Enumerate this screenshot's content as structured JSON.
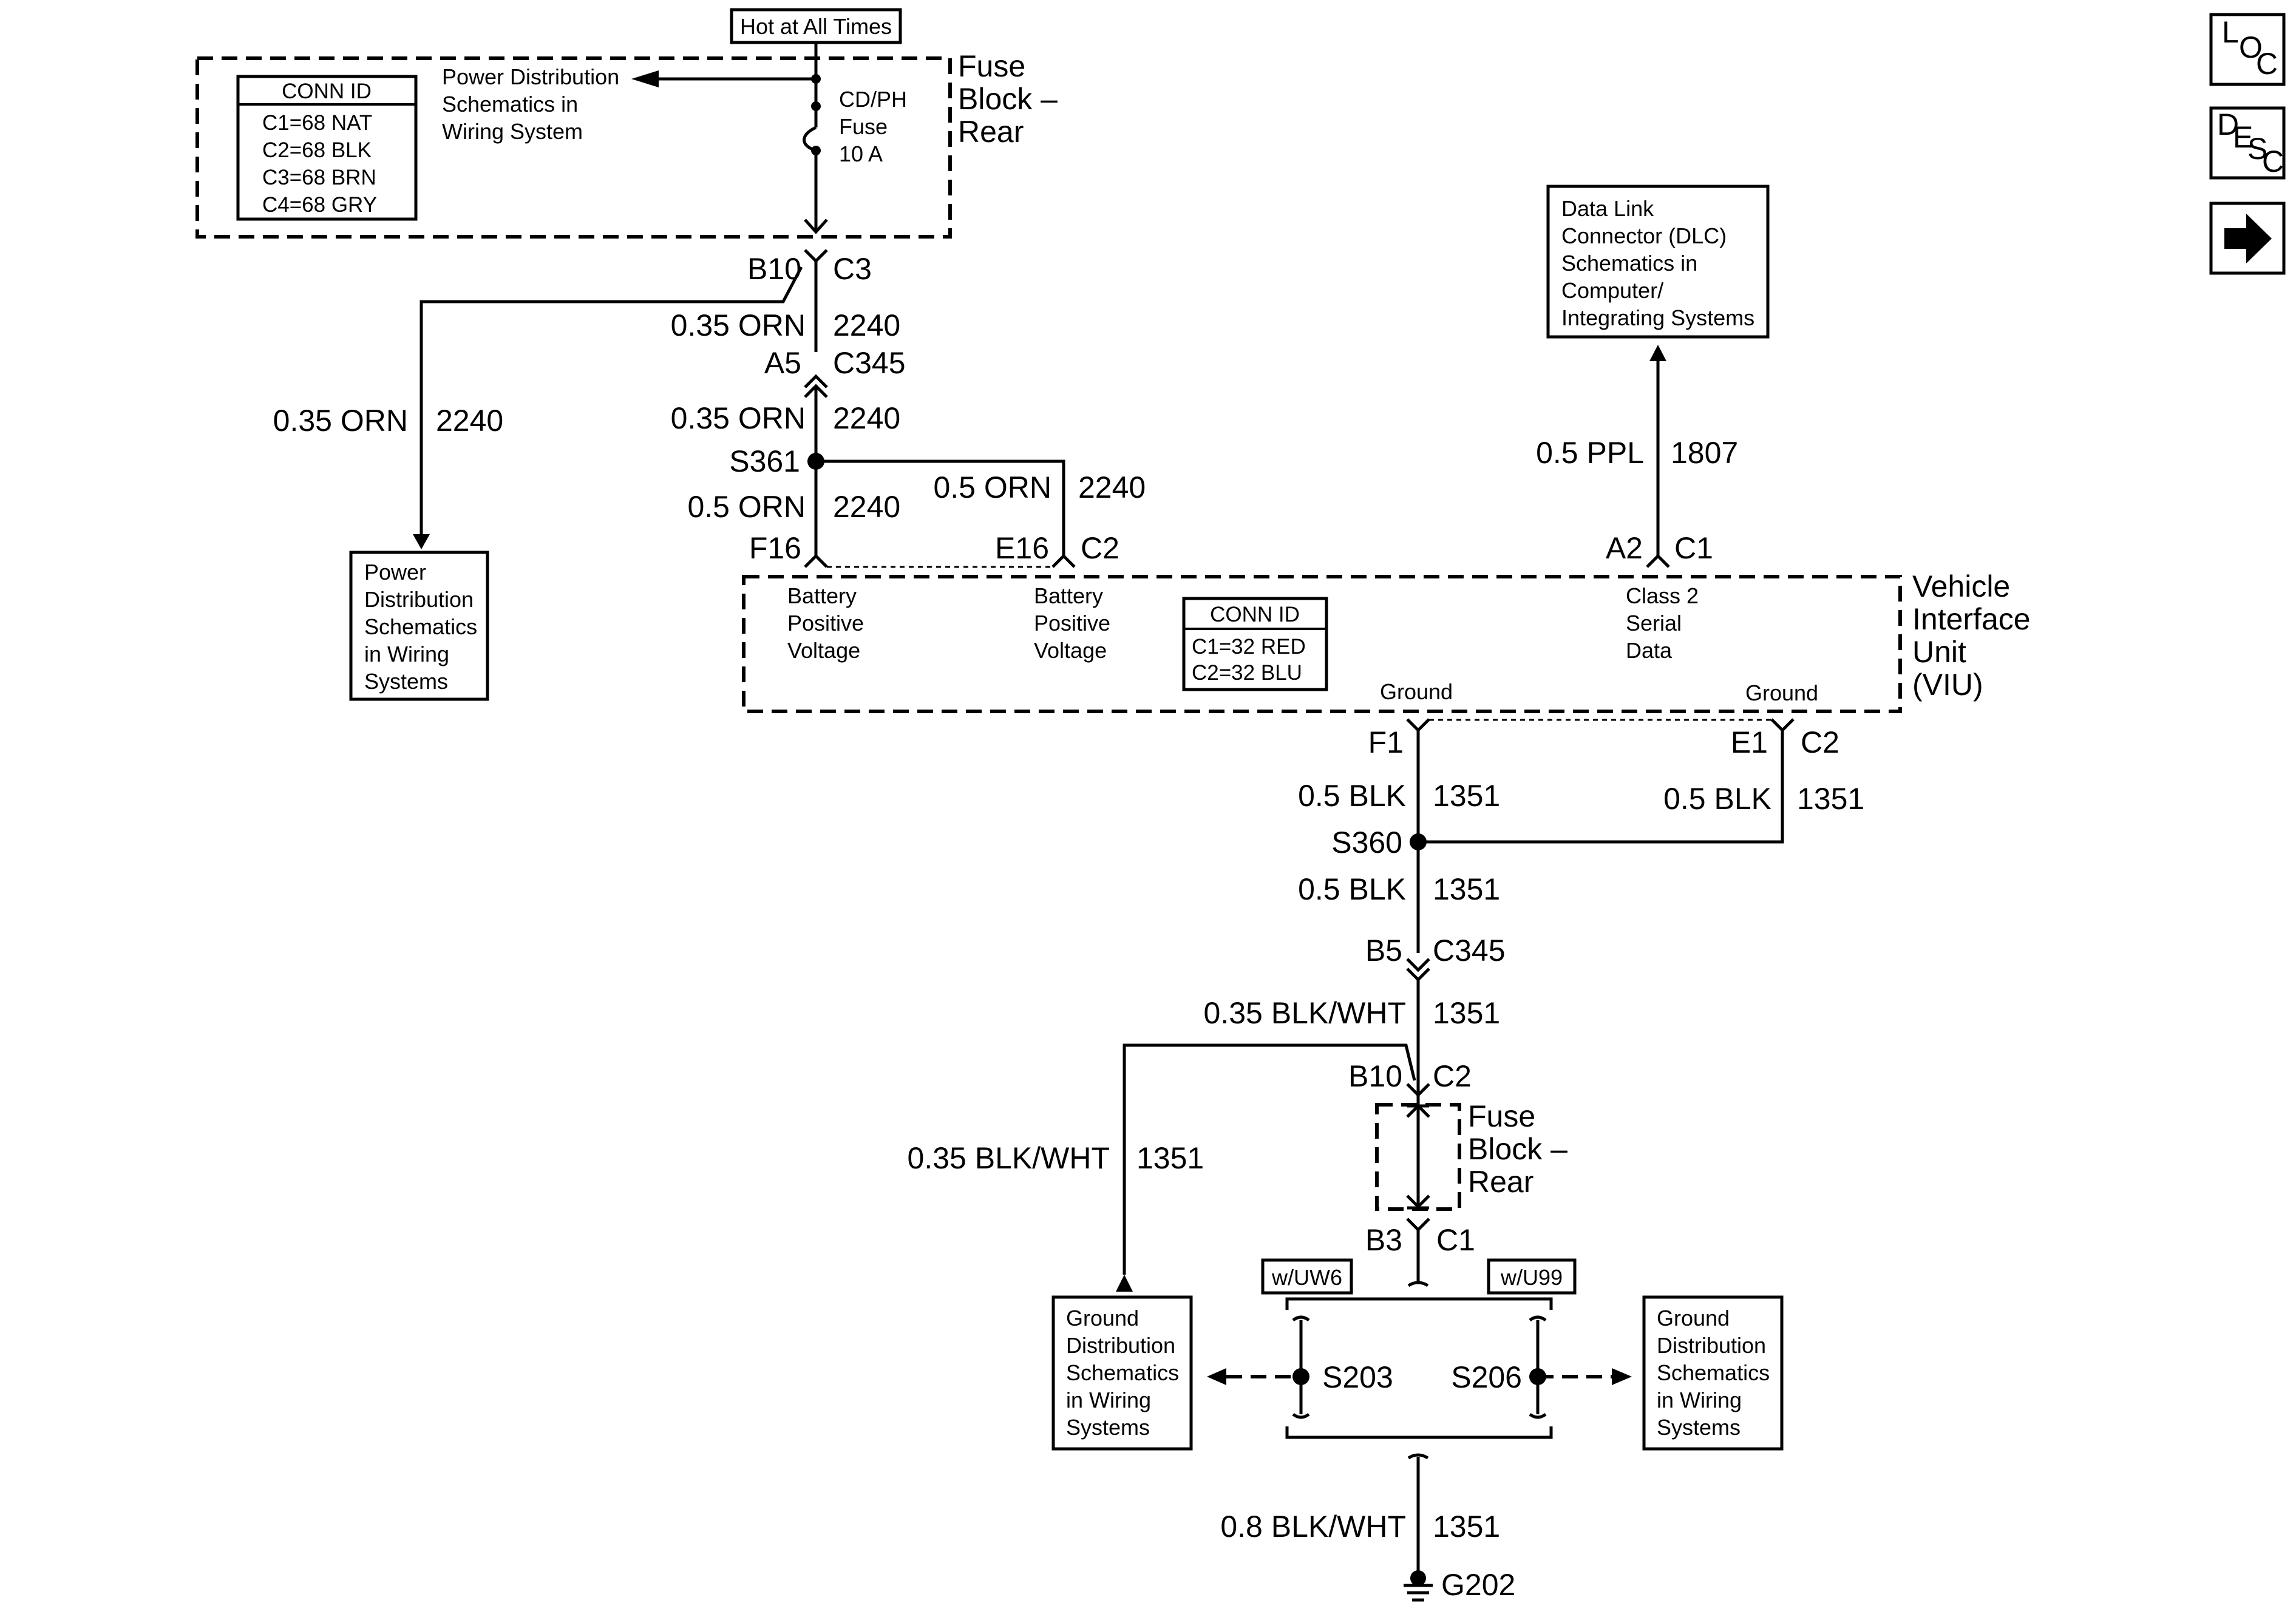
{
  "header": {
    "hot_label": "Hot at All Times"
  },
  "fuse_block_top": {
    "name": [
      "Fuse",
      "Block –",
      "Rear"
    ],
    "conn_id": {
      "title": "CONN ID",
      "items": [
        "C1=68 NAT",
        "C2=68 BLK",
        "C3=68 BRN",
        "C4=68 GRY"
      ]
    },
    "power_ref": [
      "Power Distribution",
      "Schematics in",
      "Wiring System"
    ],
    "fuse": [
      "CD/PH",
      "Fuse",
      "10 A"
    ]
  },
  "top_connector": {
    "pin": "B10",
    "conn": "C3"
  },
  "wires": {
    "w2240_a": {
      "gauge": "0.35 ORN",
      "circuit": "2240"
    },
    "w2240_left": {
      "gauge": "0.35 ORN",
      "circuit": "2240"
    },
    "w2240_b": {
      "gauge": "0.35 ORN",
      "circuit": "2240"
    },
    "w2240_c": {
      "gauge": "0.5 ORN",
      "circuit": "2240"
    },
    "w2240_d": {
      "gauge": "0.5 ORN",
      "circuit": "2240"
    },
    "w1807": {
      "gauge": "0.5 PPL",
      "circuit": "1807"
    },
    "w1351_a": {
      "gauge": "0.5 BLK",
      "circuit": "1351"
    },
    "w1351_b": {
      "gauge": "0.5 BLK",
      "circuit": "1351"
    },
    "w1351_c": {
      "gauge": "0.5 BLK",
      "circuit": "1351"
    },
    "w1351_d": {
      "gauge": "0.35 BLK/WHT",
      "circuit": "1351"
    },
    "w1351_e": {
      "gauge": "0.35 BLK/WHT",
      "circuit": "1351"
    },
    "w1351_f": {
      "gauge": "0.8 BLK/WHT",
      "circuit": "1351"
    }
  },
  "connectors": {
    "a5": {
      "pin": "A5",
      "conn": "C345"
    },
    "f16": {
      "pin": "F16"
    },
    "e16": {
      "pin": "E16",
      "conn": "C2"
    },
    "a2": {
      "pin": "A2",
      "conn": "C1"
    },
    "f1": {
      "pin": "F1"
    },
    "e1": {
      "pin": "E1",
      "conn": "C2"
    },
    "b5": {
      "pin": "B5",
      "conn": "C345"
    },
    "b10": {
      "pin": "B10",
      "conn": "C2"
    },
    "b3": {
      "pin": "B3",
      "conn": "C1"
    }
  },
  "splices": {
    "s361": "S361",
    "s360": "S360",
    "s203": "S203",
    "s206": "S206"
  },
  "left_ref": [
    "Power",
    "Distribution",
    "Schematics",
    "in Wiring",
    "Systems"
  ],
  "dlc_ref": [
    "Data Link",
    "Connector (DLC)",
    "Schematics in",
    "Computer/",
    "Integrating Systems"
  ],
  "viu": {
    "name": [
      "Vehicle",
      "Interface",
      "Unit",
      "(VIU)"
    ],
    "bpv1": [
      "Battery",
      "Positive",
      "Voltage"
    ],
    "bpv2": [
      "Battery",
      "Positive",
      "Voltage"
    ],
    "class2": [
      "Class 2",
      "Serial",
      "Data"
    ],
    "ground1": "Ground",
    "ground2": "Ground",
    "conn_id": {
      "title": "CONN ID",
      "items": [
        "C1=32 RED",
        "C2=32 BLU"
      ]
    }
  },
  "fuse_block_bottom": {
    "name": [
      "Fuse",
      "Block –",
      "Rear"
    ]
  },
  "options": {
    "uw6": "w/UW6",
    "u99": "w/U99"
  },
  "ground_ref_left": [
    "Ground",
    "Distribution",
    "Schematics",
    "in Wiring",
    "Systems"
  ],
  "ground_ref_right": [
    "Ground",
    "Distribution",
    "Schematics",
    "in Wiring",
    "Systems"
  ],
  "ground": {
    "label": "G202"
  },
  "nav": {
    "loc": {
      "l1": "L",
      "l2": "O",
      "l3": "C"
    },
    "desc": {
      "l1": "D",
      "l2": "E",
      "l3": "S",
      "l4": "C"
    }
  }
}
